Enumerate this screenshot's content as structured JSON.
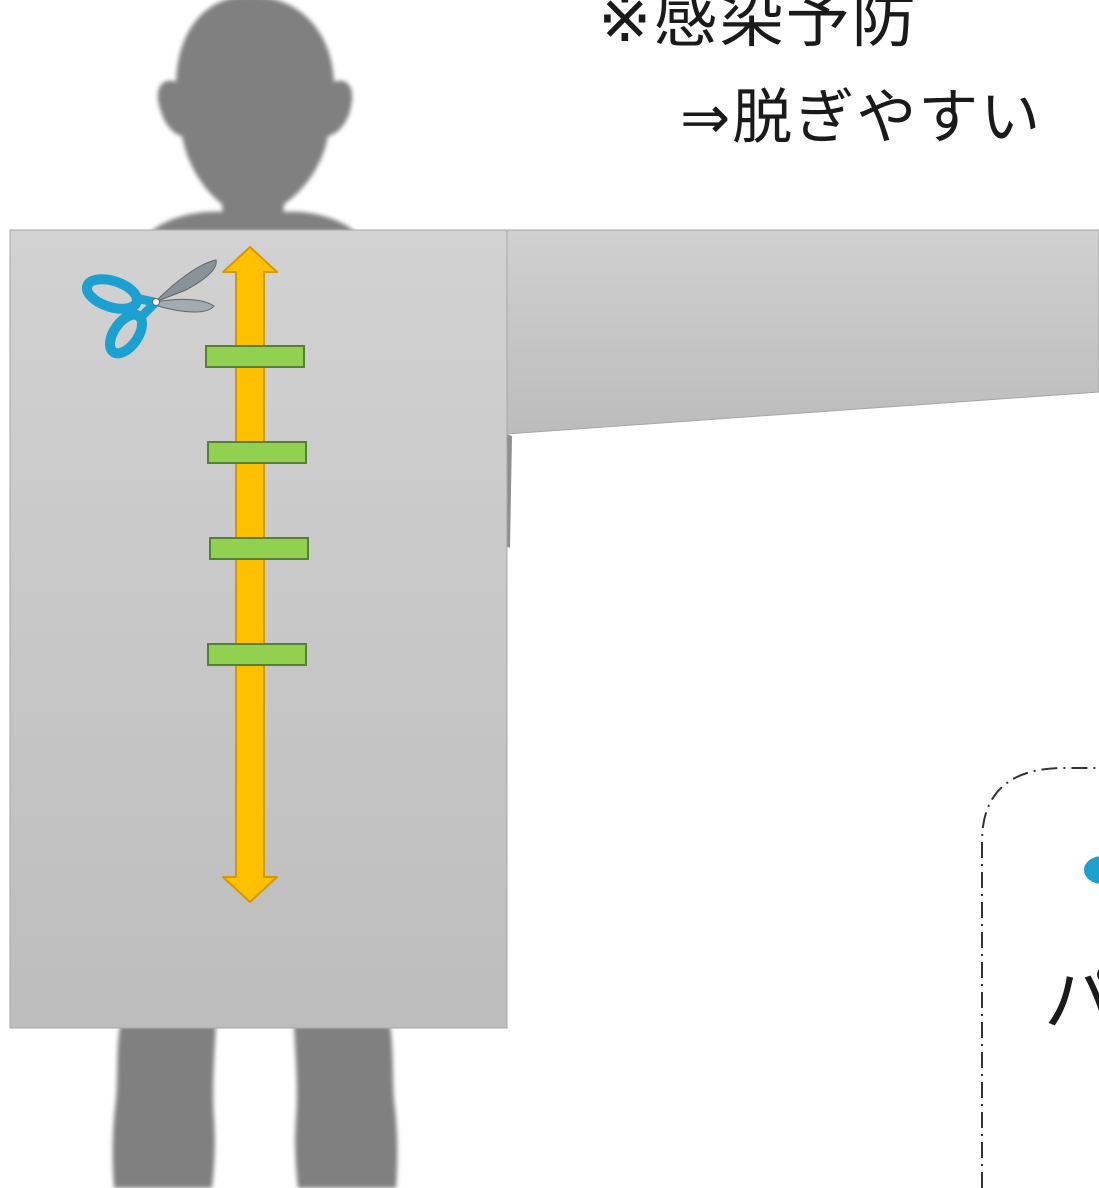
{
  "note": {
    "line1": "※感染予防",
    "line2": "⇒脱ぎやすい"
  },
  "callout": {
    "text": "パ"
  },
  "colors": {
    "silhouette": "#808080",
    "gown": "#c8c8c8",
    "gown_border": "#a6a6a6",
    "zipper_arrow": "#ffc000",
    "zipper_arrow_border": "#d69800",
    "tie_strip": "#92d050",
    "tie_strip_border": "#548235",
    "scissors_handle": "#1ca0d0",
    "scissors_blade": "#8a9299",
    "callout_border": "#333333",
    "accent_dot": "#1ca0d0"
  },
  "icons": [
    "person-silhouette",
    "scissors-icon",
    "double-arrow"
  ],
  "tie_strip_count": 4
}
